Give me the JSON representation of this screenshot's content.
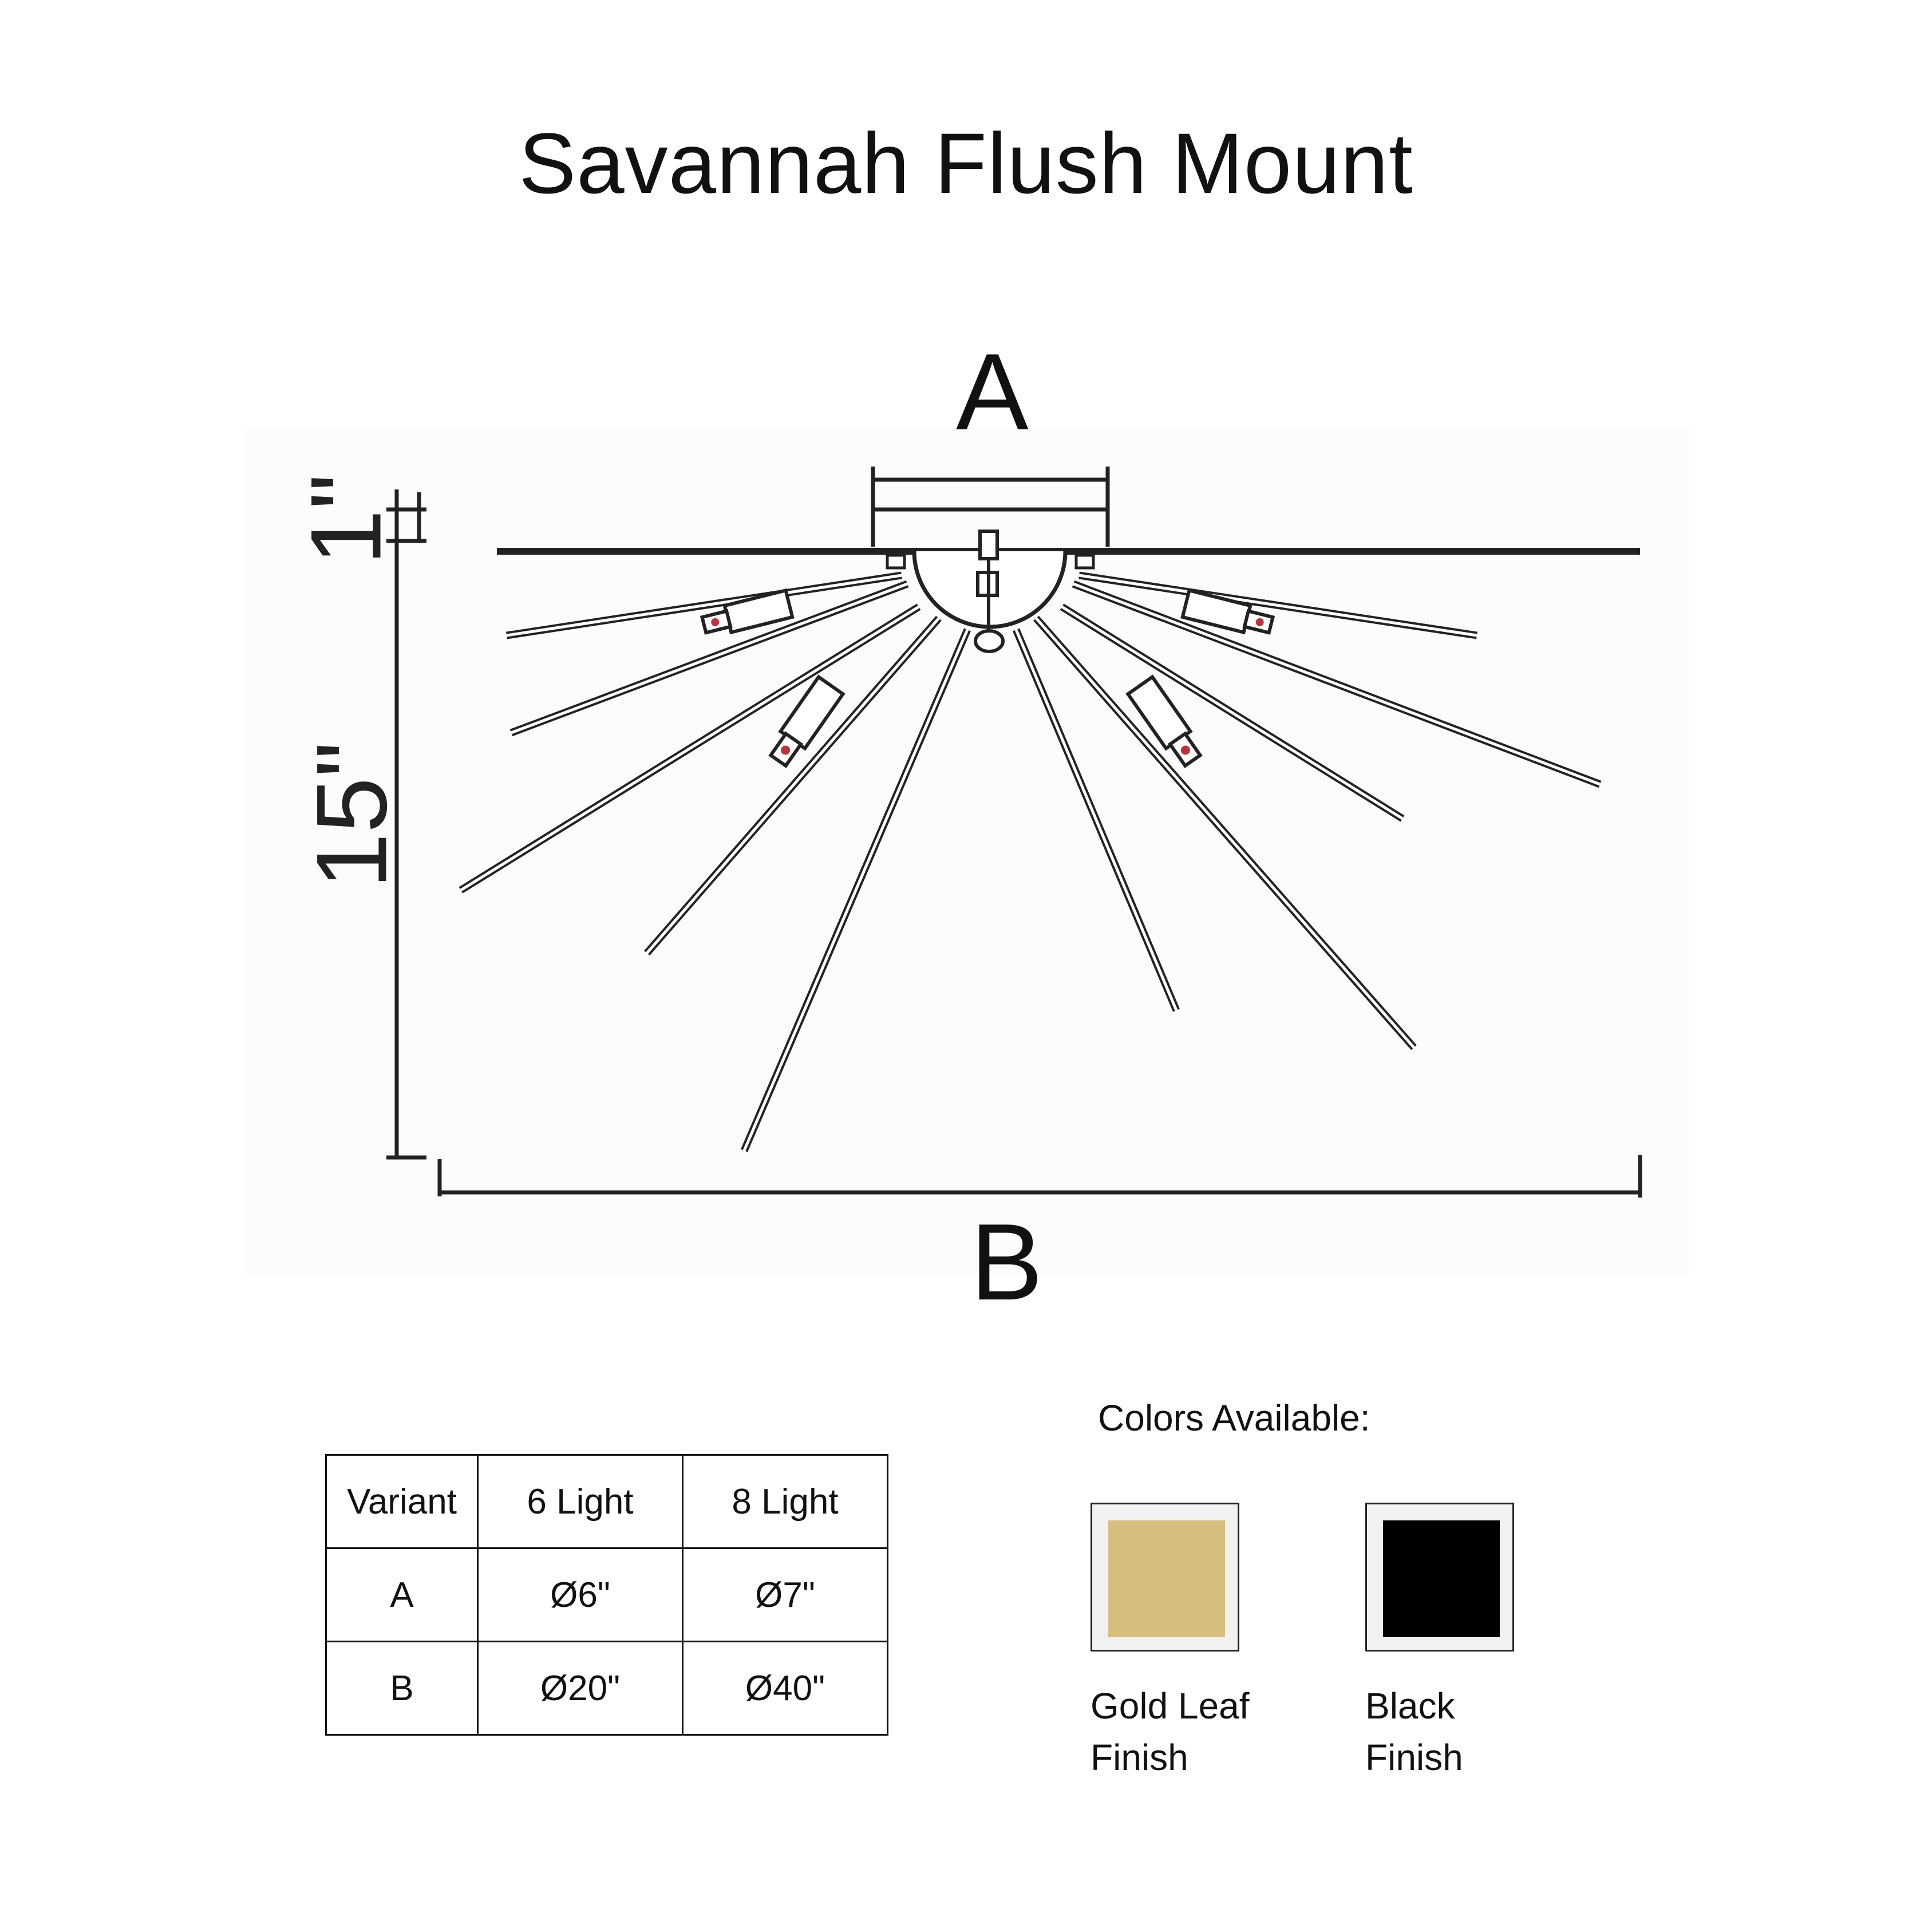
{
  "title": "Savannah Flush Mount",
  "drawing": {
    "label_a": "A",
    "label_b": "B",
    "dim_height_top": "1\"",
    "dim_height_main": "15\""
  },
  "table": {
    "headers": [
      "Variant",
      "6 Light",
      "8 Light"
    ],
    "rows": [
      [
        "A",
        "Ø6\"",
        "Ø7\""
      ],
      [
        "B",
        "Ø20\"",
        "Ø40\""
      ]
    ]
  },
  "colors": {
    "title": "Colors Available:",
    "options": [
      {
        "line1": "Gold Leaf",
        "line2": "Finish",
        "hex": "#d6be7c"
      },
      {
        "line1": "Black",
        "line2": "Finish",
        "hex": "#000000"
      }
    ]
  }
}
